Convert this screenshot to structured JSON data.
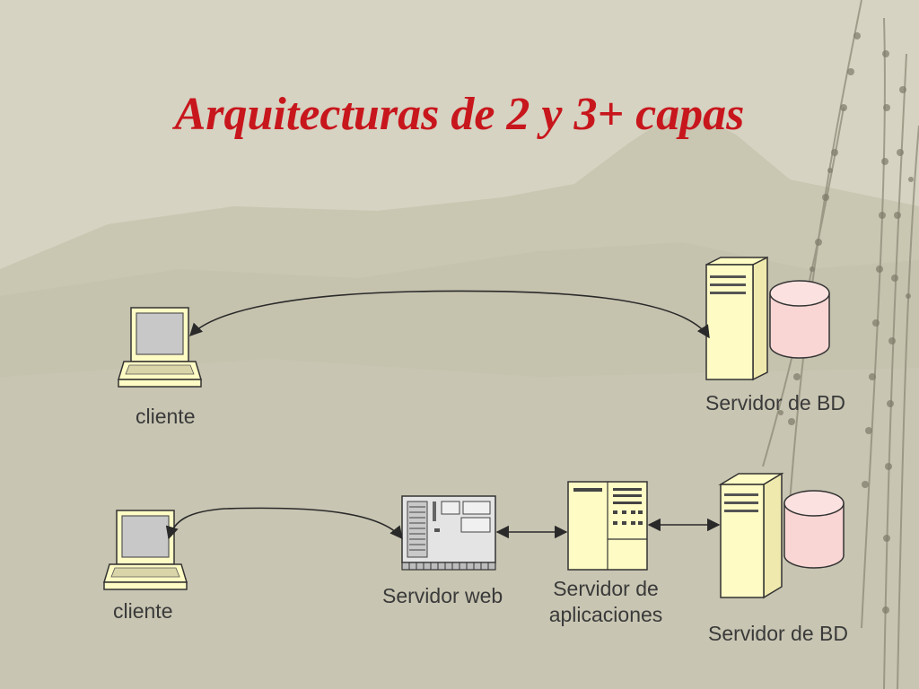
{
  "title": "Arquitecturas de 2 y 3+ capas",
  "two_tier": {
    "client_label": "cliente",
    "db_server_label": "Servidor de BD"
  },
  "three_tier": {
    "client_label": "cliente",
    "web_server_label": "Servidor web",
    "app_server_label_line1": "Servidor de",
    "app_server_label_line2": "aplicaciones",
    "db_server_label": "Servidor de BD"
  },
  "colors": {
    "title": "#c8161d",
    "server_body": "#fffbc4",
    "database": "#f9d6d4",
    "background": "#d4d2c1"
  },
  "icons": [
    "laptop-icon",
    "tower-server-icon",
    "database-icon",
    "web-server-icon",
    "app-server-icon"
  ]
}
